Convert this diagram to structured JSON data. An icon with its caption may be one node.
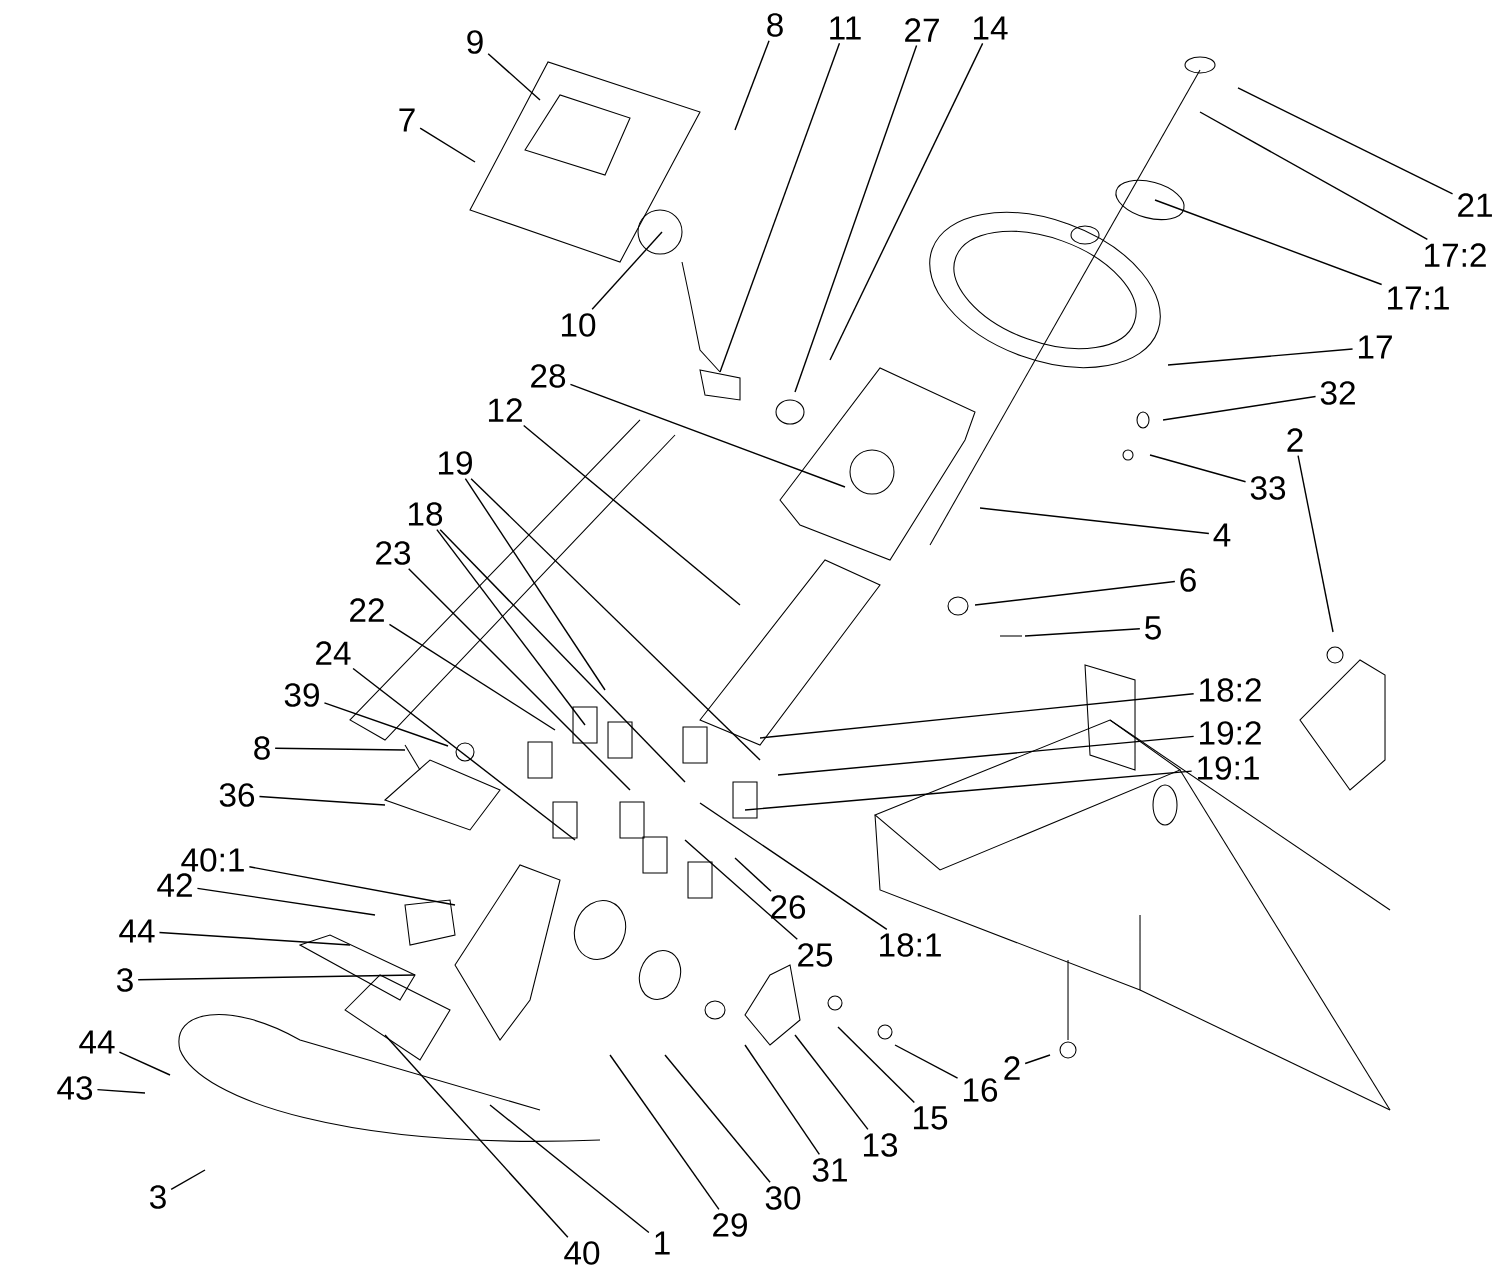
{
  "diagram": {
    "nodes": [
      {
        "text": [
          "9"
        ]
      },
      {
        "text": [
          "7"
        ]
      },
      {
        "text": [
          "8"
        ]
      },
      {
        "text": [
          "11"
        ]
      },
      {
        "text": [
          "27"
        ]
      },
      {
        "text": [
          "14"
        ]
      },
      {
        "text": [
          "21"
        ]
      },
      {
        "text": [
          "17:2"
        ]
      },
      {
        "text": [
          "17:1"
        ]
      },
      {
        "text": [
          "10"
        ]
      },
      {
        "text": [
          "17"
        ]
      },
      {
        "text": [
          "28"
        ]
      },
      {
        "text": [
          "12"
        ]
      },
      {
        "text": [
          "32"
        ]
      },
      {
        "text": [
          "19"
        ]
      },
      {
        "text": [
          "33"
        ]
      },
      {
        "text": [
          "2"
        ]
      },
      {
        "text": [
          "18"
        ]
      },
      {
        "text": [
          "4"
        ]
      },
      {
        "text": [
          "23"
        ]
      },
      {
        "text": [
          "6"
        ]
      },
      {
        "text": [
          "22"
        ]
      },
      {
        "text": [
          "5"
        ]
      },
      {
        "text": [
          "24"
        ]
      },
      {
        "text": [
          "39"
        ]
      },
      {
        "text": [
          "18:2"
        ]
      },
      {
        "text": [
          "19:2"
        ]
      },
      {
        "text": [
          "8"
        ]
      },
      {
        "text": [
          "19:1"
        ]
      },
      {
        "text": [
          "36"
        ]
      },
      {
        "text": [
          "40:1"
        ]
      },
      {
        "text": [
          "42"
        ]
      },
      {
        "text": [
          "26"
        ]
      },
      {
        "text": [
          "44"
        ]
      },
      {
        "text": [
          "18:1"
        ]
      },
      {
        "text": [
          "25"
        ]
      },
      {
        "text": [
          "3"
        ]
      },
      {
        "text": [
          "2"
        ]
      },
      {
        "text": [
          "16"
        ]
      },
      {
        "text": [
          "44"
        ]
      },
      {
        "text": [
          "15"
        ]
      },
      {
        "text": [
          "43"
        ]
      },
      {
        "text": [
          "13"
        ]
      },
      {
        "text": [
          "31"
        ]
      },
      {
        "text": [
          "30"
        ]
      },
      {
        "text": [
          "29"
        ]
      },
      {
        "text": [
          "3"
        ]
      },
      {
        "text": [
          "40"
        ]
      },
      {
        "text": [
          "1"
        ]
      }
    ],
    "edges": [
      {
        "from": 0,
        "to": null,
        "arrow": "none"
      },
      {
        "from": 1,
        "to": null,
        "arrow": "none"
      },
      {
        "from": 2,
        "to": null,
        "arrow": "none"
      },
      {
        "from": 3,
        "to": null,
        "arrow": "none"
      },
      {
        "from": 4,
        "to": null,
        "arrow": "none"
      },
      {
        "from": 5,
        "to": null,
        "arrow": "none"
      },
      {
        "from": 6,
        "to": null,
        "arrow": "none"
      },
      {
        "from": 7,
        "to": null,
        "arrow": "none"
      },
      {
        "from": 8,
        "to": null,
        "arrow": "none"
      },
      {
        "from": 9,
        "to": null,
        "arrow": "none"
      },
      {
        "from": 10,
        "to": null,
        "arrow": "none"
      },
      {
        "from": 11,
        "to": null,
        "arrow": "none"
      },
      {
        "from": 12,
        "to": null,
        "arrow": "none"
      },
      {
        "from": 13,
        "to": null,
        "arrow": "none"
      },
      {
        "from": 14,
        "to": null,
        "arrow": "none"
      },
      {
        "from": 14,
        "to": null,
        "arrow": "none"
      },
      {
        "from": 15,
        "to": null,
        "arrow": "none"
      },
      {
        "from": 16,
        "to": null,
        "arrow": "none"
      },
      {
        "from": 17,
        "to": null,
        "arrow": "none"
      },
      {
        "from": 17,
        "to": null,
        "arrow": "none"
      },
      {
        "from": 18,
        "to": null,
        "arrow": "none"
      },
      {
        "from": 19,
        "to": null,
        "arrow": "none"
      },
      {
        "from": 20,
        "to": null,
        "arrow": "none"
      },
      {
        "from": 21,
        "to": null,
        "arrow": "none"
      },
      {
        "from": 22,
        "to": null,
        "arrow": "none"
      },
      {
        "from": 23,
        "to": null,
        "arrow": "none"
      },
      {
        "from": 24,
        "to": null,
        "arrow": "none"
      },
      {
        "from": 25,
        "to": null,
        "arrow": "none"
      },
      {
        "from": 26,
        "to": null,
        "arrow": "none"
      },
      {
        "from": 27,
        "to": null,
        "arrow": "none"
      },
      {
        "from": 28,
        "to": null,
        "arrow": "none"
      },
      {
        "from": 29,
        "to": null,
        "arrow": "none"
      },
      {
        "from": 30,
        "to": null,
        "arrow": "none"
      },
      {
        "from": 31,
        "to": null,
        "arrow": "none"
      },
      {
        "from": 32,
        "to": null,
        "arrow": "none"
      },
      {
        "from": 33,
        "to": null,
        "arrow": "none"
      },
      {
        "from": 34,
        "to": null,
        "arrow": "none"
      },
      {
        "from": 35,
        "to": null,
        "arrow": "none"
      },
      {
        "from": 36,
        "to": null,
        "arrow": "none"
      },
      {
        "from": 37,
        "to": null,
        "arrow": "none"
      },
      {
        "from": 38,
        "to": null,
        "arrow": "none"
      },
      {
        "from": 39,
        "to": null,
        "arrow": "none"
      },
      {
        "from": 40,
        "to": null,
        "arrow": "none"
      },
      {
        "from": 41,
        "to": null,
        "arrow": "none"
      },
      {
        "from": 42,
        "to": null,
        "arrow": "none"
      },
      {
        "from": 43,
        "to": null,
        "arrow": "none"
      },
      {
        "from": 44,
        "to": null,
        "arrow": "none"
      },
      {
        "from": 45,
        "to": null,
        "arrow": "none"
      },
      {
        "from": 46,
        "to": null,
        "arrow": "none"
      },
      {
        "from": 47,
        "to": null,
        "arrow": "none"
      },
      {
        "from": 48,
        "to": null,
        "arrow": "none"
      }
    ]
  }
}
